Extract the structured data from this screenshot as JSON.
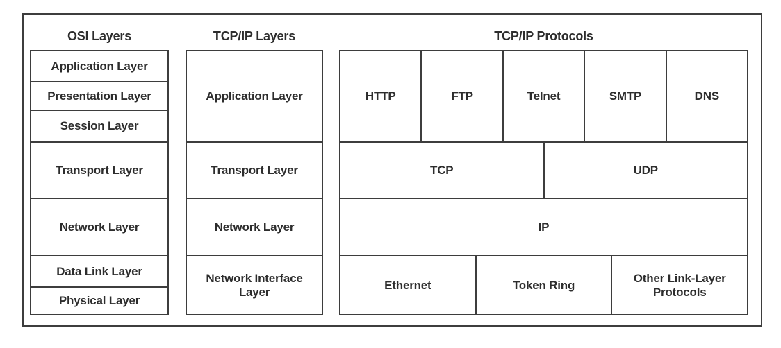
{
  "diagram": {
    "columns": {
      "osi": {
        "title": "OSI Layers",
        "layers": [
          "Application Layer",
          "Presentation Layer",
          "Session Layer",
          "Transport Layer",
          "Network Layer",
          "Data Link Layer",
          "Physical Layer"
        ]
      },
      "tcpip": {
        "title": "TCP/IP Layers",
        "layers": [
          "Application Layer",
          "Transport Layer",
          "Network Layer",
          "Network Interface Layer"
        ]
      },
      "protocols": {
        "title": "TCP/IP Protocols",
        "rows": [
          [
            "HTTP",
            "FTP",
            "Telnet",
            "SMTP",
            "DNS"
          ],
          [
            "TCP",
            "UDP"
          ],
          [
            "IP"
          ],
          [
            "Ethernet",
            "Token Ring",
            "Other Link-Layer Protocols"
          ]
        ]
      }
    },
    "colors": {
      "line": "#3d3d3d",
      "ink": "#2d2d2d",
      "paper": "#ffffff"
    }
  }
}
